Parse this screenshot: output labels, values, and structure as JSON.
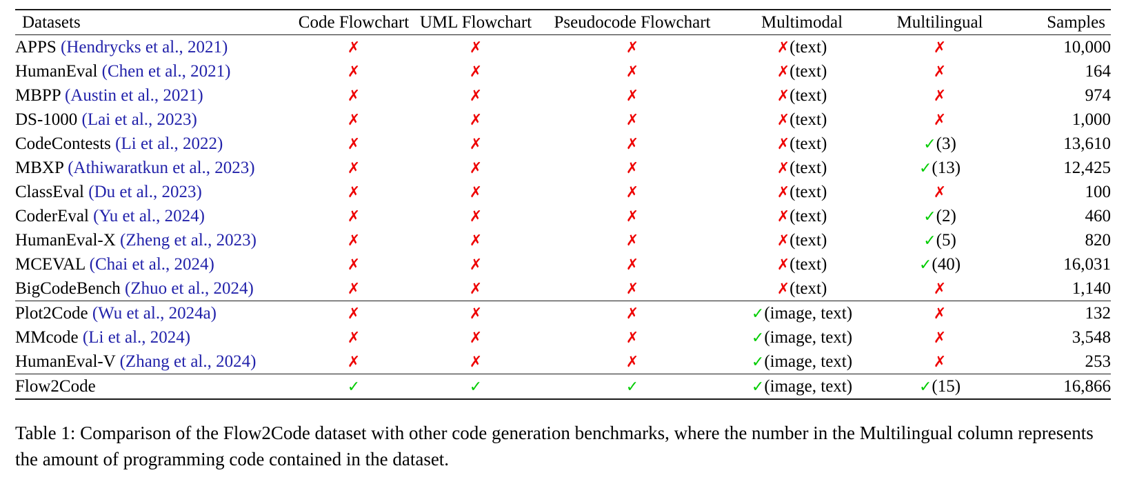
{
  "table": {
    "columns": [
      "Datasets",
      "Code Flowchart",
      "UML Flowchart",
      "Pseudocode Flowchart",
      "Multimodal",
      "Multilingual",
      "Samples"
    ],
    "symbols": {
      "yes": "✓",
      "no": "✗"
    },
    "colors": {
      "yes": "#00CC00",
      "no": "#EE0000",
      "citation": "#2222AA",
      "rule": "#1a1a1a"
    },
    "groups": [
      {
        "rows": [
          {
            "name": "APPS",
            "citation": "(Hendrycks et al., 2021)",
            "code_flowchart": "✗",
            "uml_flowchart": "✗",
            "pseudocode_flowchart": "✗",
            "multimodal": "✗",
            "multimodal_note": "(text)",
            "multilingual": "✗",
            "multilingual_note": "",
            "samples": "10,000"
          },
          {
            "name": "HumanEval",
            "citation": "(Chen et al., 2021)",
            "code_flowchart": "✗",
            "uml_flowchart": "✗",
            "pseudocode_flowchart": "✗",
            "multimodal": "✗",
            "multimodal_note": "(text)",
            "multilingual": "✗",
            "multilingual_note": "",
            "samples": "164"
          },
          {
            "name": "MBPP",
            "citation": "(Austin et al., 2021)",
            "code_flowchart": "✗",
            "uml_flowchart": "✗",
            "pseudocode_flowchart": "✗",
            "multimodal": "✗",
            "multimodal_note": "(text)",
            "multilingual": "✗",
            "multilingual_note": "",
            "samples": "974"
          },
          {
            "name": "DS-1000",
            "citation": "(Lai et al., 2023)",
            "code_flowchart": "✗",
            "uml_flowchart": "✗",
            "pseudocode_flowchart": "✗",
            "multimodal": "✗",
            "multimodal_note": "(text)",
            "multilingual": "✗",
            "multilingual_note": "",
            "samples": "1,000"
          },
          {
            "name": "CodeContests",
            "citation": "(Li et al., 2022)",
            "code_flowchart": "✗",
            "uml_flowchart": "✗",
            "pseudocode_flowchart": "✗",
            "multimodal": "✗",
            "multimodal_note": "(text)",
            "multilingual": "✓",
            "multilingual_note": "(3)",
            "samples": "13,610"
          },
          {
            "name": "MBXP",
            "citation": "(Athiwaratkun et al., 2023)",
            "code_flowchart": "✗",
            "uml_flowchart": "✗",
            "pseudocode_flowchart": "✗",
            "multimodal": "✗",
            "multimodal_note": "(text)",
            "multilingual": "✓",
            "multilingual_note": "(13)",
            "samples": "12,425"
          },
          {
            "name": "ClassEval",
            "citation": "(Du et al., 2023)",
            "code_flowchart": "✗",
            "uml_flowchart": "✗",
            "pseudocode_flowchart": "✗",
            "multimodal": "✗",
            "multimodal_note": "(text)",
            "multilingual": "✗",
            "multilingual_note": "",
            "samples": "100"
          },
          {
            "name": "CoderEval",
            "citation": "(Yu et al., 2024)",
            "code_flowchart": "✗",
            "uml_flowchart": "✗",
            "pseudocode_flowchart": "✗",
            "multimodal": "✗",
            "multimodal_note": "(text)",
            "multilingual": "✓",
            "multilingual_note": "(2)",
            "samples": "460"
          },
          {
            "name": "HumanEval-X",
            "citation": "(Zheng et al., 2023)",
            "code_flowchart": "✗",
            "uml_flowchart": "✗",
            "pseudocode_flowchart": "✗",
            "multimodal": "✗",
            "multimodal_note": "(text)",
            "multilingual": "✓",
            "multilingual_note": "(5)",
            "samples": "820"
          },
          {
            "name": "MCEVAL",
            "citation": "(Chai et al., 2024)",
            "code_flowchart": "✗",
            "uml_flowchart": "✗",
            "pseudocode_flowchart": "✗",
            "multimodal": "✗",
            "multimodal_note": "(text)",
            "multilingual": "✓",
            "multilingual_note": "(40)",
            "samples": "16,031"
          },
          {
            "name": "BigCodeBench",
            "citation": "(Zhuo et al., 2024)",
            "code_flowchart": "✗",
            "uml_flowchart": "✗",
            "pseudocode_flowchart": "✗",
            "multimodal": "✗",
            "multimodal_note": "(text)",
            "multilingual": "✗",
            "multilingual_note": "",
            "samples": "1,140"
          }
        ]
      },
      {
        "rows": [
          {
            "name": "Plot2Code",
            "citation": "(Wu et al., 2024a)",
            "code_flowchart": "✗",
            "uml_flowchart": "✗",
            "pseudocode_flowchart": "✗",
            "multimodal": "✓",
            "multimodal_note": "(image, text)",
            "multilingual": "✗",
            "multilingual_note": "",
            "samples": "132"
          },
          {
            "name": "MMcode",
            "citation": "(Li et al., 2024)",
            "code_flowchart": "✗",
            "uml_flowchart": "✗",
            "pseudocode_flowchart": "✗",
            "multimodal": "✓",
            "multimodal_note": "(image, text)",
            "multilingual": "✗",
            "multilingual_note": "",
            "samples": "3,548"
          },
          {
            "name": "HumanEval-V",
            "citation": "(Zhang et al., 2024)",
            "code_flowchart": "✗",
            "uml_flowchart": "✗",
            "pseudocode_flowchart": "✗",
            "multimodal": "✓",
            "multimodal_note": "(image, text)",
            "multilingual": "✗",
            "multilingual_note": "",
            "samples": "253"
          }
        ]
      },
      {
        "rows": [
          {
            "name": "Flow2Code",
            "citation": "",
            "code_flowchart": "✓",
            "uml_flowchart": "✓",
            "pseudocode_flowchart": "✓",
            "multimodal": "✓",
            "multimodal_note": "(image, text)",
            "multilingual": "✓",
            "multilingual_note": "(15)",
            "samples": "16,866"
          }
        ]
      }
    ]
  },
  "caption": {
    "text": "Table 1: Comparison of the Flow2Code dataset with other code generation benchmarks, where the number in the Multilingual column represents the amount of programming code contained in the dataset."
  }
}
